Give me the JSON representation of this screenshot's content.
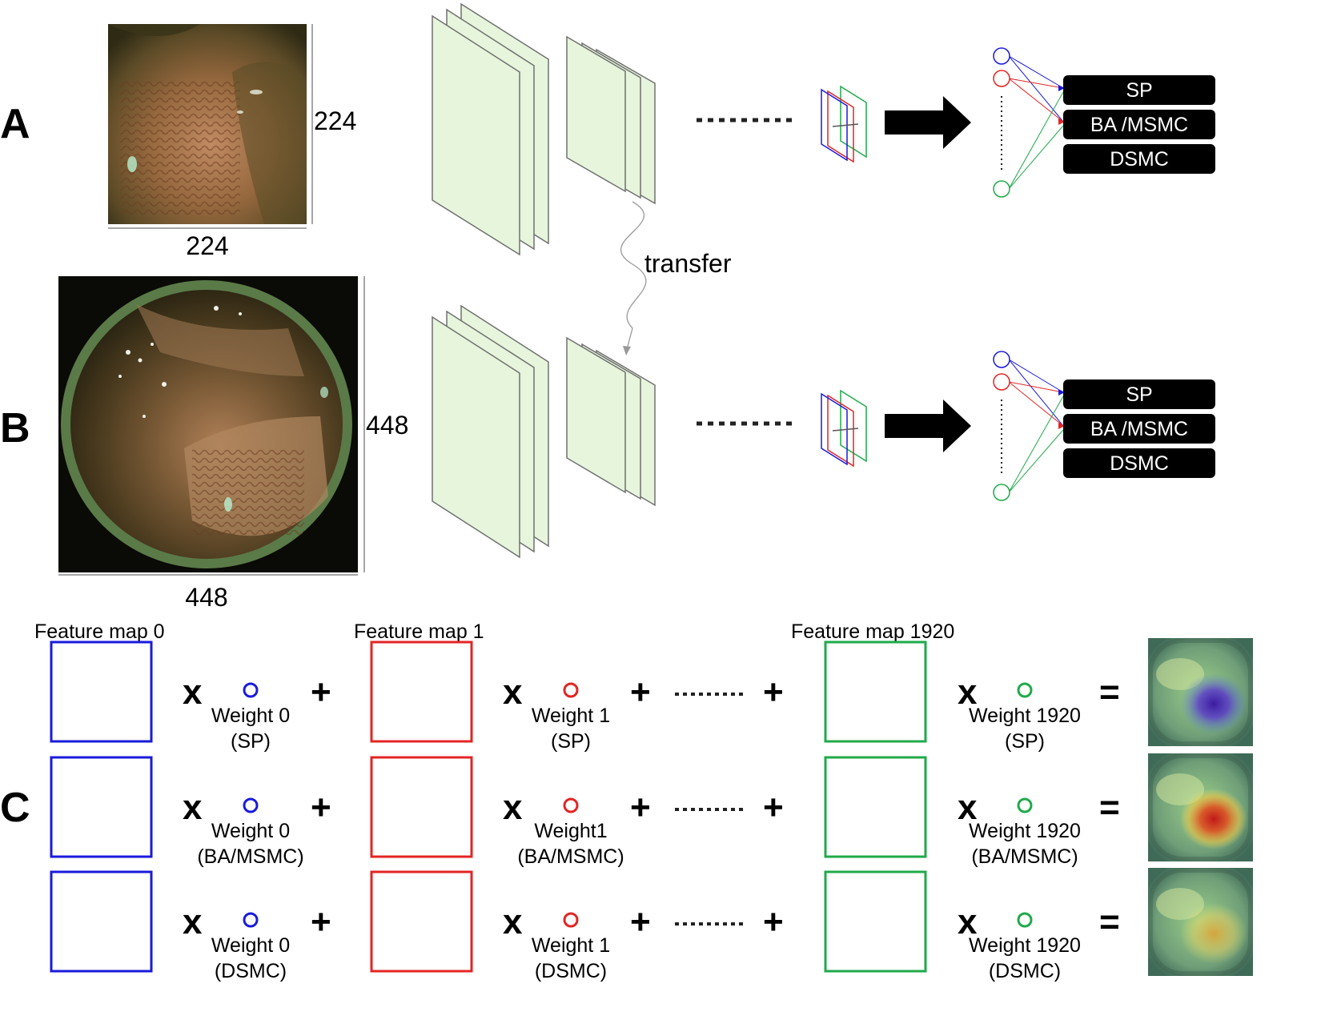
{
  "panels": {
    "a": "A",
    "b": "B",
    "c": "C"
  },
  "panel_a": {
    "width_label": "224",
    "height_label": "224"
  },
  "panel_b": {
    "width_label": "448",
    "height_label": "448"
  },
  "transfer_label": "transfer",
  "classes": [
    "SP",
    "BA /MSMC",
    "DSMC"
  ],
  "panel_c": {
    "feature_maps": [
      "Feature map 0",
      "Feature map 1",
      "Feature map 1920"
    ],
    "operators": {
      "times": "x",
      "plus": "+",
      "equals": "="
    },
    "rows": [
      {
        "w0": "Weight 0",
        "w0_cls": "(SP)",
        "w1": "Weight 1",
        "w1_cls": "(SP)",
        "w2": "Weight 1920",
        "w2_cls": "(SP)",
        "heat": "blue"
      },
      {
        "w0": "Weight 0",
        "w0_cls": "(BA/MSMC)",
        "w1": "Weight1",
        "w1_cls": "(BA/MSMC)",
        "w2": "Weight 1920",
        "w2_cls": "(BA/MSMC)",
        "heat": "red"
      },
      {
        "w0": "Weight 0",
        "w0_cls": "(DSMC)",
        "w1": "Weight 1",
        "w1_cls": "(DSMC)",
        "w2": "Weight 1920",
        "w2_cls": "(DSMC)",
        "heat": "yellow"
      }
    ]
  },
  "colors": {
    "blue": "#1a1adc",
    "red": "#e42424",
    "green": "#1faa4a",
    "layer_fill": "#e6f5dc",
    "layer_stroke": "#707070"
  }
}
